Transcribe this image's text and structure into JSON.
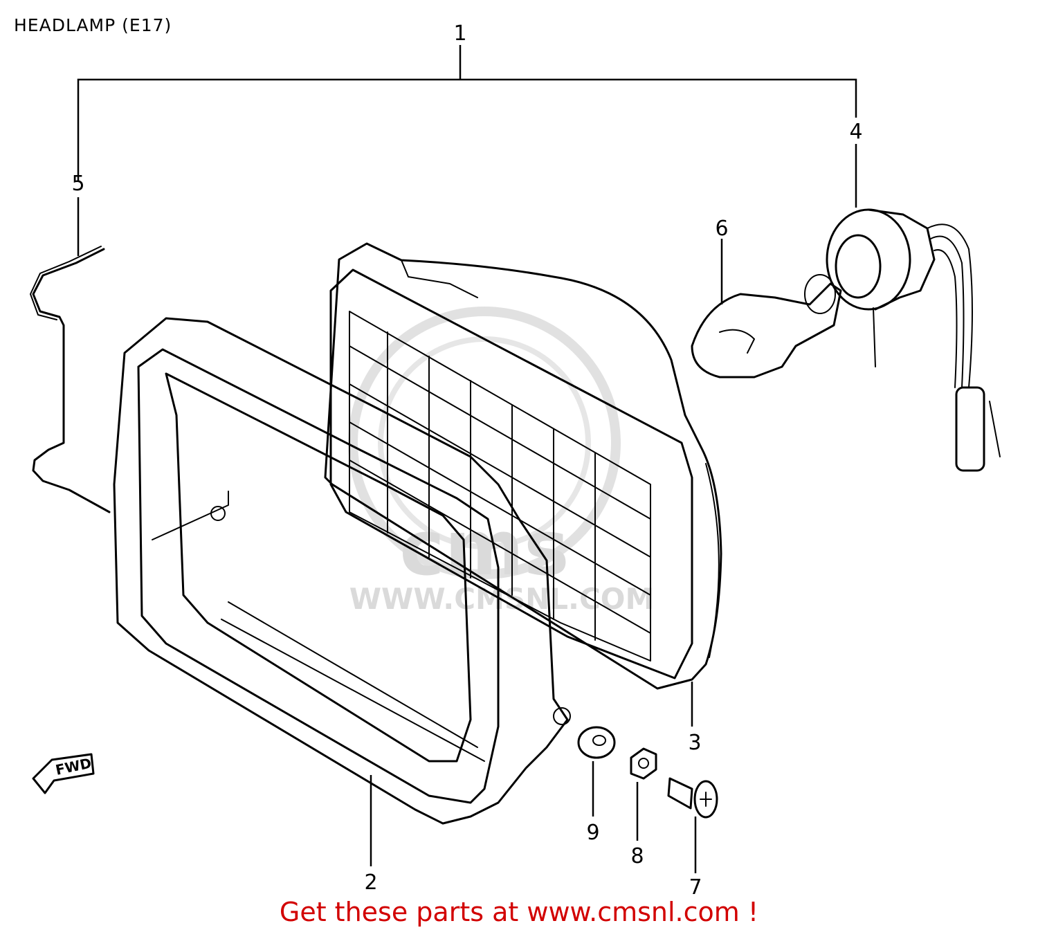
{
  "title": "HEADLAMP (E17)",
  "callouts": [
    "1",
    "2",
    "3",
    "4",
    "5",
    "6",
    "7",
    "8",
    "9"
  ],
  "direction_label": "FWD",
  "watermark": {
    "brand": "cms",
    "url": "WWW.CMSNL.COM"
  },
  "footer": "Get these parts at www.cmsnl.com !"
}
